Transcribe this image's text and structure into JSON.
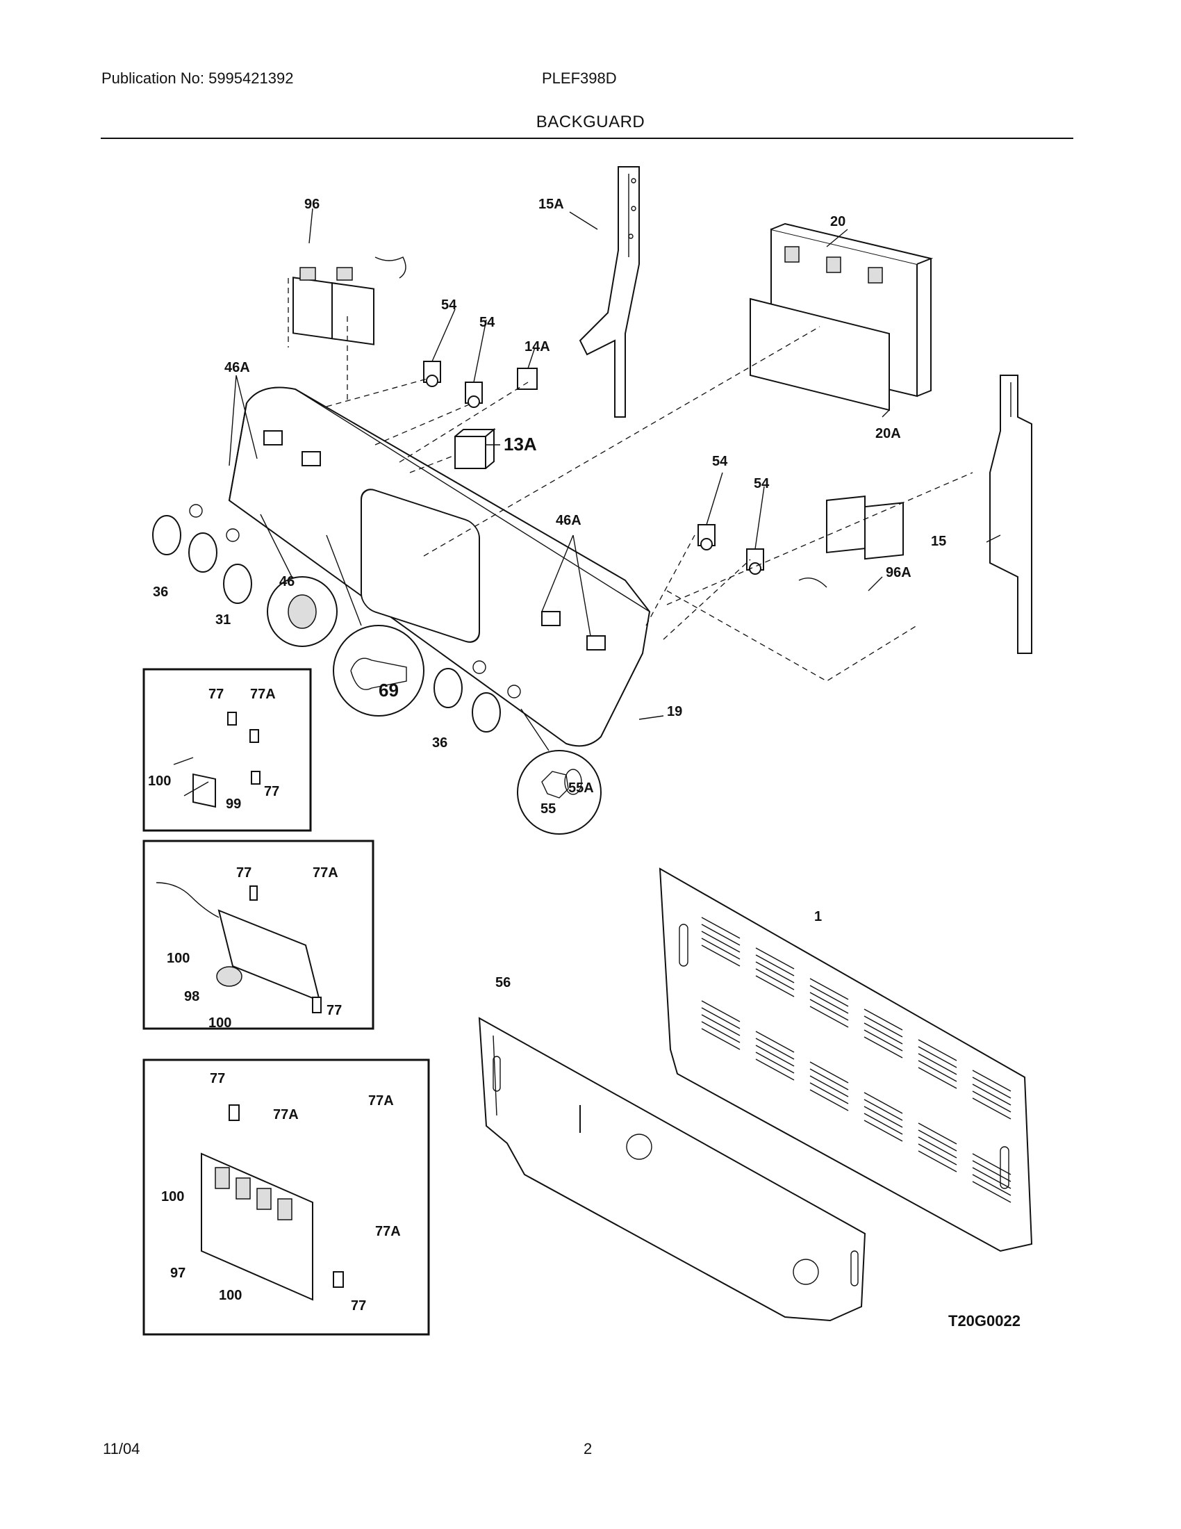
{
  "header": {
    "publication": "Publication No: 5995421392",
    "model": "PLEF398D",
    "section": "BACKGUARD"
  },
  "footer": {
    "date": "11/04",
    "page": "2"
  },
  "diagram_code": "T20G0022",
  "callouts": {
    "c96": "96",
    "c15A": "15A",
    "c20": "20",
    "c54a": "54",
    "c54b": "54",
    "c14A": "14A",
    "c46Aa": "46A",
    "c13A": "13A",
    "c20A": "20A",
    "c54c": "54",
    "c54d": "54",
    "c46Ab": "46A",
    "c15": "15",
    "c96A": "96A",
    "c36a": "36",
    "c46": "46",
    "c31": "31",
    "c69": "69",
    "c19": "19",
    "c36b": "36",
    "c55": "55",
    "c55A": "55A",
    "b1_77a": "77",
    "b1_77A": "77A",
    "b1_100": "100",
    "b1_99": "99",
    "b1_77b": "77",
    "b2_77": "77",
    "b2_77A": "77A",
    "b2_100a": "100",
    "b2_98": "98",
    "b2_100b": "100",
    "b2_77b": "77",
    "b3_77": "77",
    "b3_77Aa": "77A",
    "b3_77Ab": "77A",
    "b3_100a": "100",
    "b3_77Ac": "77A",
    "b3_97": "97",
    "b3_100b": "100",
    "b3_77b": "77",
    "c56": "56",
    "c1": "1"
  }
}
